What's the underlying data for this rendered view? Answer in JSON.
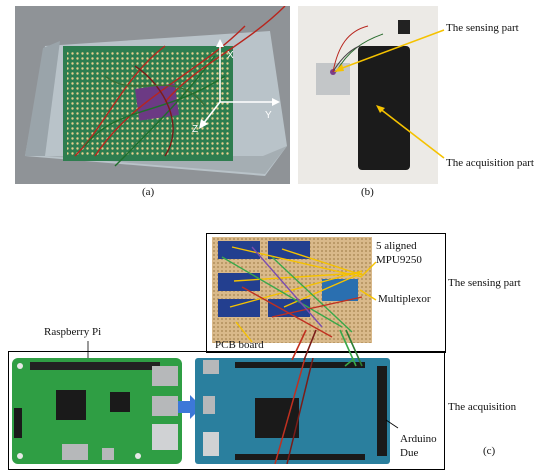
{
  "panel_a": {
    "caption": "(a)",
    "axes": {
      "x": "X",
      "y": "Y",
      "z": "Z"
    }
  },
  "panel_b": {
    "caption": "(b)",
    "labels": {
      "sensing": "The sensing part",
      "acquisition": "The acquisition part"
    }
  },
  "panel_c": {
    "caption": "(c)",
    "labels": {
      "mpu_line1": "5 aligned",
      "mpu_line2": "MPU9250",
      "multiplexor": "Multiplexor",
      "pcb": "PCB board",
      "raspberry": "Raspberry Pi",
      "arduino_line1": "Arduino",
      "arduino_line2": "Due",
      "sensing_part": "The sensing part",
      "acquisition": "The acquisition"
    }
  },
  "colors": {
    "callout": "#f5c200",
    "arrow_blue": "#3c78d8",
    "rpi_green": "#2f9e44",
    "arduino_teal": "#2a7f9e",
    "pcb_tan": "#d9b98a"
  }
}
